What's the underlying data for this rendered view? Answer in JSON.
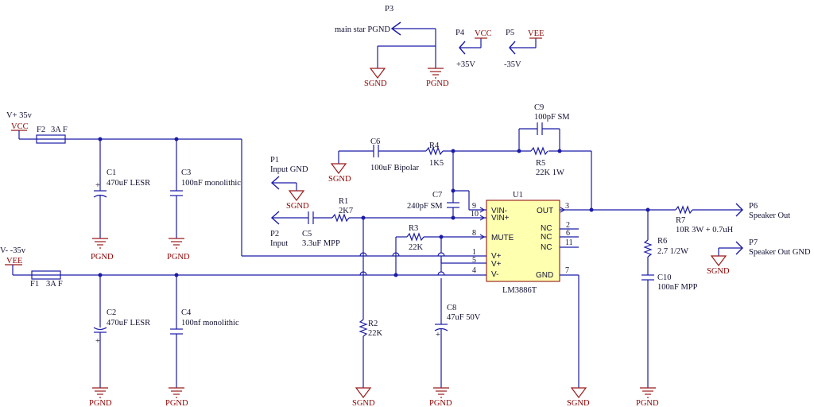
{
  "connectors": {
    "p3": {
      "designator": "P3",
      "label": "main star PGND"
    },
    "p4": {
      "designator": "P4",
      "value": "+35V"
    },
    "p5": {
      "designator": "P5",
      "value": "-35V"
    },
    "p1": {
      "designator": "P1",
      "label": "Input GND"
    },
    "p2": {
      "designator": "P2",
      "label": "Input"
    },
    "p6": {
      "designator": "P6",
      "label": "Speaker Out"
    },
    "p7": {
      "designator": "P7",
      "label": "Speaker Out GND"
    }
  },
  "power": {
    "vcc": "VCC",
    "vee": "VEE",
    "pgnd": "PGND",
    "sgnd": "SGND",
    "vplus_label": "V+ 35v",
    "vminus_label": "V- -35v"
  },
  "components": {
    "f1": {
      "designator": "F1",
      "value": "3A F"
    },
    "f2": {
      "designator": "F2",
      "value": "3A F"
    },
    "c1": {
      "designator": "C1",
      "value": "470uF LESR"
    },
    "c2": {
      "designator": "C2",
      "value": "470uF LESR"
    },
    "c3": {
      "designator": "C3",
      "value": "100nF monolithic"
    },
    "c4": {
      "designator": "C4",
      "value": "100nf monolithic"
    },
    "c5": {
      "designator": "C5",
      "value": "3.3uF MPP"
    },
    "c6": {
      "designator": "C6",
      "value": "100uF Bipolar"
    },
    "c7": {
      "designator": "C7",
      "value": "240pF SM"
    },
    "c8": {
      "designator": "C8",
      "value": "47uF 50V"
    },
    "c9": {
      "designator": "C9",
      "value": "100pF SM"
    },
    "c10": {
      "designator": "C10",
      "value": "100nF MPP"
    },
    "r1": {
      "designator": "R1",
      "value": "2K7"
    },
    "r2": {
      "designator": "R2",
      "value": "22K"
    },
    "r3": {
      "designator": "R3",
      "value": "22K"
    },
    "r4": {
      "designator": "R4",
      "value": "1K5"
    },
    "r5": {
      "designator": "R5",
      "value": "22K 1W"
    },
    "r6": {
      "designator": "R6",
      "value": "2.7 1/2W"
    },
    "r7": {
      "designator": "R7",
      "value": "10R 3W + 0.7uH"
    }
  },
  "ic": {
    "designator": "U1",
    "part": "LM3886T",
    "pins_left": [
      {
        "num": "9",
        "name": "VIN-"
      },
      {
        "num": "10",
        "name": "VIN+"
      },
      {
        "num": "8",
        "name": "MUTE"
      },
      {
        "num": "1",
        "name": "V+"
      },
      {
        "num": "5",
        "name": "V+"
      },
      {
        "num": "4",
        "name": "V-"
      }
    ],
    "pins_right": [
      {
        "num": "3",
        "name": "OUT"
      },
      {
        "num": "2",
        "name": "NC"
      },
      {
        "num": "6",
        "name": "NC"
      },
      {
        "num": "11",
        "name": "NC"
      },
      {
        "num": "7",
        "name": "GND"
      }
    ]
  },
  "colors": {
    "wire": "#1a1aa6",
    "power_text": "#8b0000",
    "chip_fill": "#ffffb0",
    "junction": "#1a1aa6"
  }
}
